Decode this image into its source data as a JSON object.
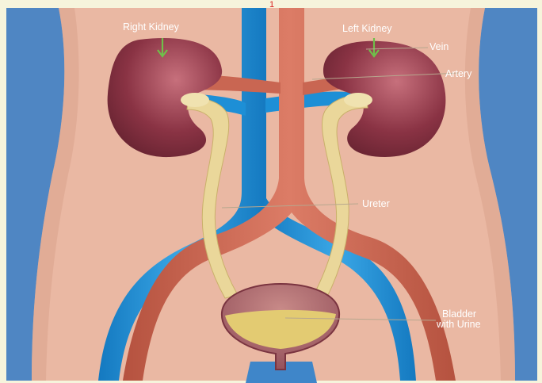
{
  "diagram": {
    "top_mark": "1",
    "labels": {
      "right_kidney": "Right Kidney",
      "left_kidney": "Left Kidney",
      "vein": "Vein",
      "artery": "Artery",
      "ureter": "Ureter",
      "bladder_line1": "Bladder",
      "bladder_line2": "with Urine"
    }
  },
  "colors": {
    "background": "#f6f4dc",
    "body_skin": "#eab8a3",
    "side_blue": "#4f86c3",
    "vein_blue": "#1d8fd6",
    "artery_red": "#c5614c",
    "kidney": "#8a3344",
    "ureter_yellow": "#ead79a",
    "urine": "#e3cb72",
    "label_text": "#ffffff",
    "top_mark": "#d82020"
  }
}
